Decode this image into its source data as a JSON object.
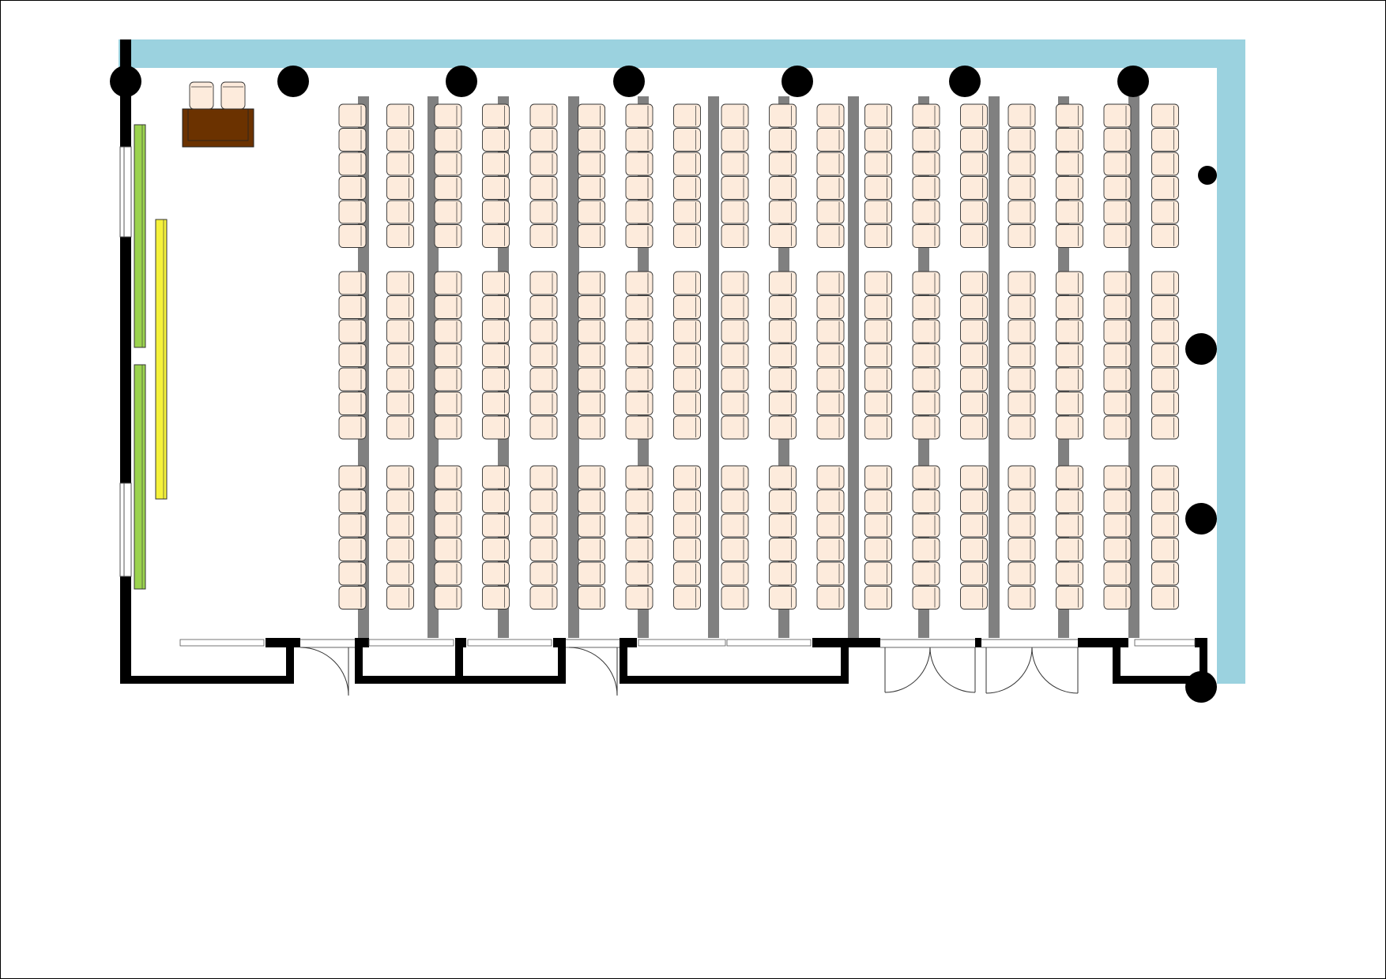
{
  "colors": {
    "background": "#ffffff",
    "wall": "#000000",
    "glass_wall": "#9bd2df",
    "column": "#000000",
    "chair_fill": "#fdebdc",
    "chair_stroke": "#333333",
    "aisle": "#808080",
    "podium": "#6b3200",
    "whiteboard": "#9bd34e",
    "screen": "#f5f23a",
    "door_line": "#333333"
  },
  "floor_plan": {
    "seating": {
      "chair_columns": 18,
      "blocks": [
        {
          "name": "seating-block-top",
          "chairs_per_column": 6
        },
        {
          "name": "seating-block-middle",
          "chairs_per_column": 7
        },
        {
          "name": "seating-block-bottom",
          "chairs_per_column": 6
        }
      ]
    },
    "aisles": {
      "count": 12
    },
    "columns": {
      "count": 11
    },
    "doors": {
      "single": 2,
      "double": 2
    },
    "podium": {
      "chairs": 2
    },
    "icons": [
      "column-icon",
      "chair-icon",
      "door-icon",
      "podium-icon",
      "whiteboard-icon",
      "projector-screen-icon"
    ]
  }
}
